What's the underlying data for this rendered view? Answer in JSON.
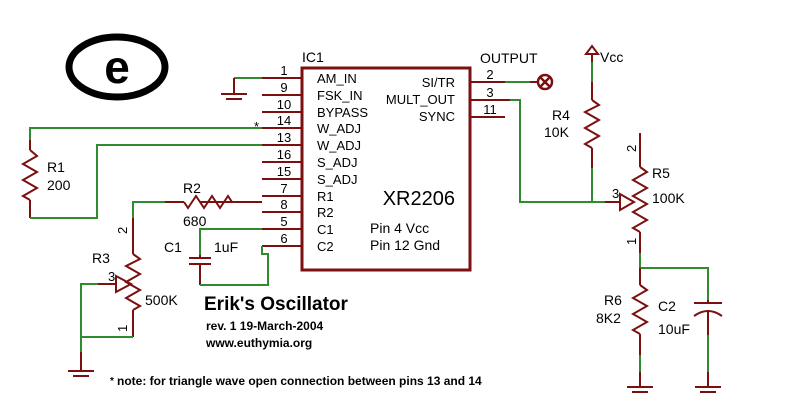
{
  "logo": {
    "letter": "e"
  },
  "ic": {
    "ref": "IC1",
    "part": "XR2206",
    "note_vcc": "Pin 4 Vcc",
    "note_gnd": "Pin 12 Gnd",
    "left_pins": [
      {
        "num": "1",
        "name": "AM_IN"
      },
      {
        "num": "9",
        "name": "FSK_IN"
      },
      {
        "num": "10",
        "name": "BYPASS"
      },
      {
        "num": "14",
        "name": "W_ADJ"
      },
      {
        "num": "13",
        "name": "W_ADJ"
      },
      {
        "num": "16",
        "name": "S_ADJ"
      },
      {
        "num": "15",
        "name": "S_ADJ"
      },
      {
        "num": "7",
        "name": "R1"
      },
      {
        "num": "8",
        "name": "R2"
      },
      {
        "num": "5",
        "name": "C1"
      },
      {
        "num": "6",
        "name": "C2"
      }
    ],
    "right_pins": [
      {
        "num": "2",
        "name": "SI/TR"
      },
      {
        "num": "3",
        "name": "MULT_OUT"
      },
      {
        "num": "11",
        "name": "SYNC"
      }
    ],
    "asterisk": "*"
  },
  "output_label": "OUTPUT",
  "vcc_label": "Vcc",
  "components": {
    "r1": {
      "ref": "R1",
      "value": "200"
    },
    "r2": {
      "ref": "R2",
      "value": "680"
    },
    "r3": {
      "ref": "R3",
      "value": "500K",
      "pin1": "1",
      "pin2": "2",
      "pin3": "3"
    },
    "r4": {
      "ref": "R4",
      "value": "10K"
    },
    "r5": {
      "ref": "R5",
      "value": "100K",
      "pin1": "1",
      "pin2": "2",
      "pin3": "3"
    },
    "r6": {
      "ref": "R6",
      "value": "8K2"
    },
    "c1": {
      "ref": "C1",
      "value": "1uF"
    },
    "c2": {
      "ref": "C2",
      "value": "10uF"
    }
  },
  "title_block": {
    "title": "Erik's Oscillator",
    "revision": "rev. 1 19-March-2004",
    "website": "www.euthymia.org"
  },
  "footnote": {
    "marker": "*",
    "text": "note: for triangle wave open connection between pins 13 and 14"
  },
  "colors": {
    "wire": "#2e8b2e",
    "component": "#7a1010"
  }
}
